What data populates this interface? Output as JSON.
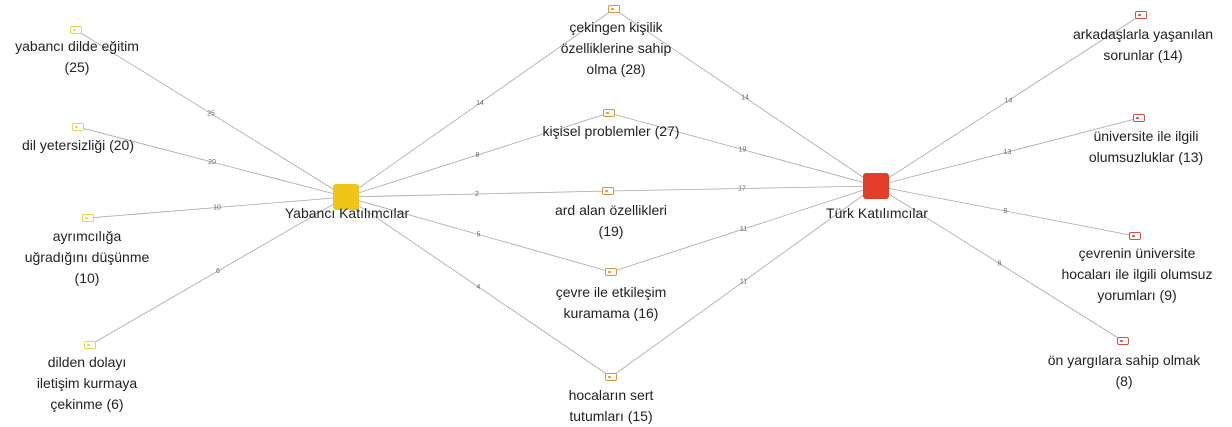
{
  "colors": {
    "edge": "#a8a8a8",
    "yabanci": "#f0c419",
    "turk": "#e23e2a",
    "code_yabanci": "#e5d54a",
    "code_shared": "#e0923a",
    "code_turk": "#d9493c"
  },
  "hubs": {
    "yabanci": {
      "label": "Yabancı Katılımcılar"
    },
    "turk": {
      "label": "Türk Katılımcılar"
    }
  },
  "codes": [
    {
      "id": "yabanci-dilde-egitim",
      "label": "yabancı dilde eğitim\n(25)",
      "group": "yabanci"
    },
    {
      "id": "dil-yetersizligi",
      "label": "dil yetersizliği (20)",
      "group": "yabanci"
    },
    {
      "id": "ayrimciliga",
      "label": "ayrımcılığa\nuğradığını düşünme\n(10)",
      "group": "yabanci"
    },
    {
      "id": "dilden-dolayi",
      "label": "dilden dolayı\niletişim kurmaya\nçekinme (6)",
      "group": "yabanci"
    },
    {
      "id": "cekingen",
      "label": "çekingen kişilik\nözelliklerine sahip\nolma (28)",
      "group": "shared"
    },
    {
      "id": "kisisel",
      "label": "kişisel problemler (27)",
      "group": "shared"
    },
    {
      "id": "ard-alan",
      "label": "ard alan özellikleri\n(19)",
      "group": "shared"
    },
    {
      "id": "cevre-etkilesim",
      "label": "çevre ile etkileşim\nkuramama (16)",
      "group": "shared"
    },
    {
      "id": "hocalarin",
      "label": "hocaların sert\ntutumları (15)",
      "group": "shared"
    },
    {
      "id": "arkadaslarla",
      "label": "arkadaşlarla yaşanılan\nsorunlar (14)",
      "group": "turk"
    },
    {
      "id": "universite",
      "label": "üniversite ile ilgili\nolumsuzluklar (13)",
      "group": "turk"
    },
    {
      "id": "cevrenin",
      "label": "çevrenin üniversite\nhocaları ile ilgili olumsuz\nyorumları (9)",
      "group": "turk"
    },
    {
      "id": "on-yargilara",
      "label": "ön yargılara sahip olmak\n(8)",
      "group": "turk"
    }
  ],
  "edges": [
    {
      "from": "yabanci",
      "to": "yabanci-dilde-egitim",
      "weight": "25"
    },
    {
      "from": "yabanci",
      "to": "dil-yetersizligi",
      "weight": "20"
    },
    {
      "from": "yabanci",
      "to": "ayrimciliga",
      "weight": "10"
    },
    {
      "from": "yabanci",
      "to": "dilden-dolayi",
      "weight": "6"
    },
    {
      "from": "yabanci",
      "to": "cekingen",
      "weight": "14"
    },
    {
      "from": "yabanci",
      "to": "kisisel",
      "weight": "8"
    },
    {
      "from": "yabanci",
      "to": "ard-alan",
      "weight": "2"
    },
    {
      "from": "yabanci",
      "to": "cevre-etkilesim",
      "weight": "5"
    },
    {
      "from": "yabanci",
      "to": "hocalarin",
      "weight": "4"
    },
    {
      "from": "turk",
      "to": "cekingen",
      "weight": "14"
    },
    {
      "from": "turk",
      "to": "kisisel",
      "weight": "19"
    },
    {
      "from": "turk",
      "to": "ard-alan",
      "weight": "17"
    },
    {
      "from": "turk",
      "to": "cevre-etkilesim",
      "weight": "11"
    },
    {
      "from": "turk",
      "to": "hocalarin",
      "weight": "11"
    },
    {
      "from": "turk",
      "to": "arkadaslarla",
      "weight": "14"
    },
    {
      "from": "turk",
      "to": "universite",
      "weight": "13"
    },
    {
      "from": "turk",
      "to": "cevrenin",
      "weight": "9"
    },
    {
      "from": "turk",
      "to": "on-yargilara",
      "weight": "8"
    }
  ]
}
